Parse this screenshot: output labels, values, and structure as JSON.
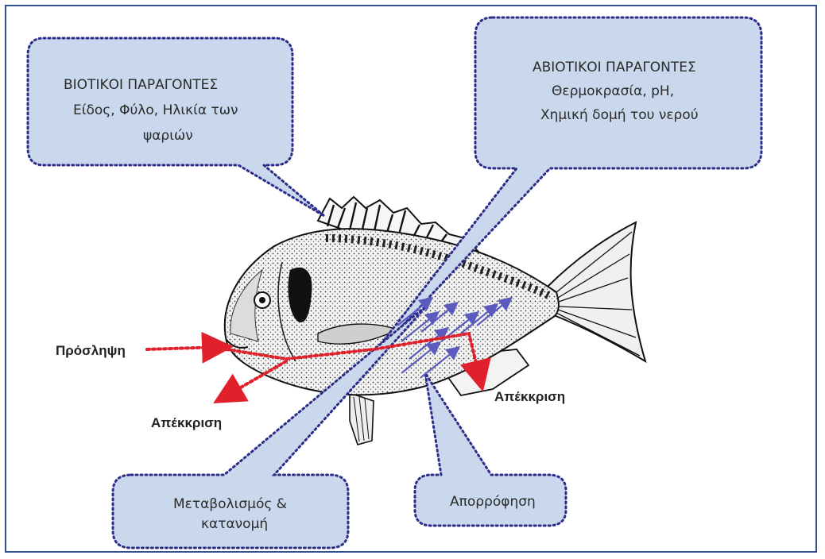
{
  "colors": {
    "bubble_fill": "#c9d8ec",
    "bubble_border": "#2c2c8a",
    "red_arrow": "#e0202a",
    "blue_arrow": "#5b5bbf",
    "frame": "#2f4f8f"
  },
  "biotic": {
    "title": "ΒΙΟΤΙΚΟΙ ΠΑΡΑΓΟΝΤΕΣ",
    "line1": "Είδος, Φύλο, Ηλικία των",
    "line2": "ψαριών"
  },
  "abiotic": {
    "title": "ΑΒΙΟΤΙΚΟΙ ΠΑΡΑΓΟΝΤΕΣ",
    "line1": "Θερμοκρασία,  pH,",
    "line2": "Χημική δομή του νερού"
  },
  "metabolism": {
    "line1": "Μεταβολισμός &",
    "line2": "κατανομή"
  },
  "absorption": {
    "label": "Απορρόφηση"
  },
  "labels": {
    "intake": "Πρόσληψη",
    "excretion_left": "Απέκκριση",
    "excretion_right": "Απέκκριση"
  },
  "icons": {
    "fish": "sea-bream-fish-icon"
  }
}
